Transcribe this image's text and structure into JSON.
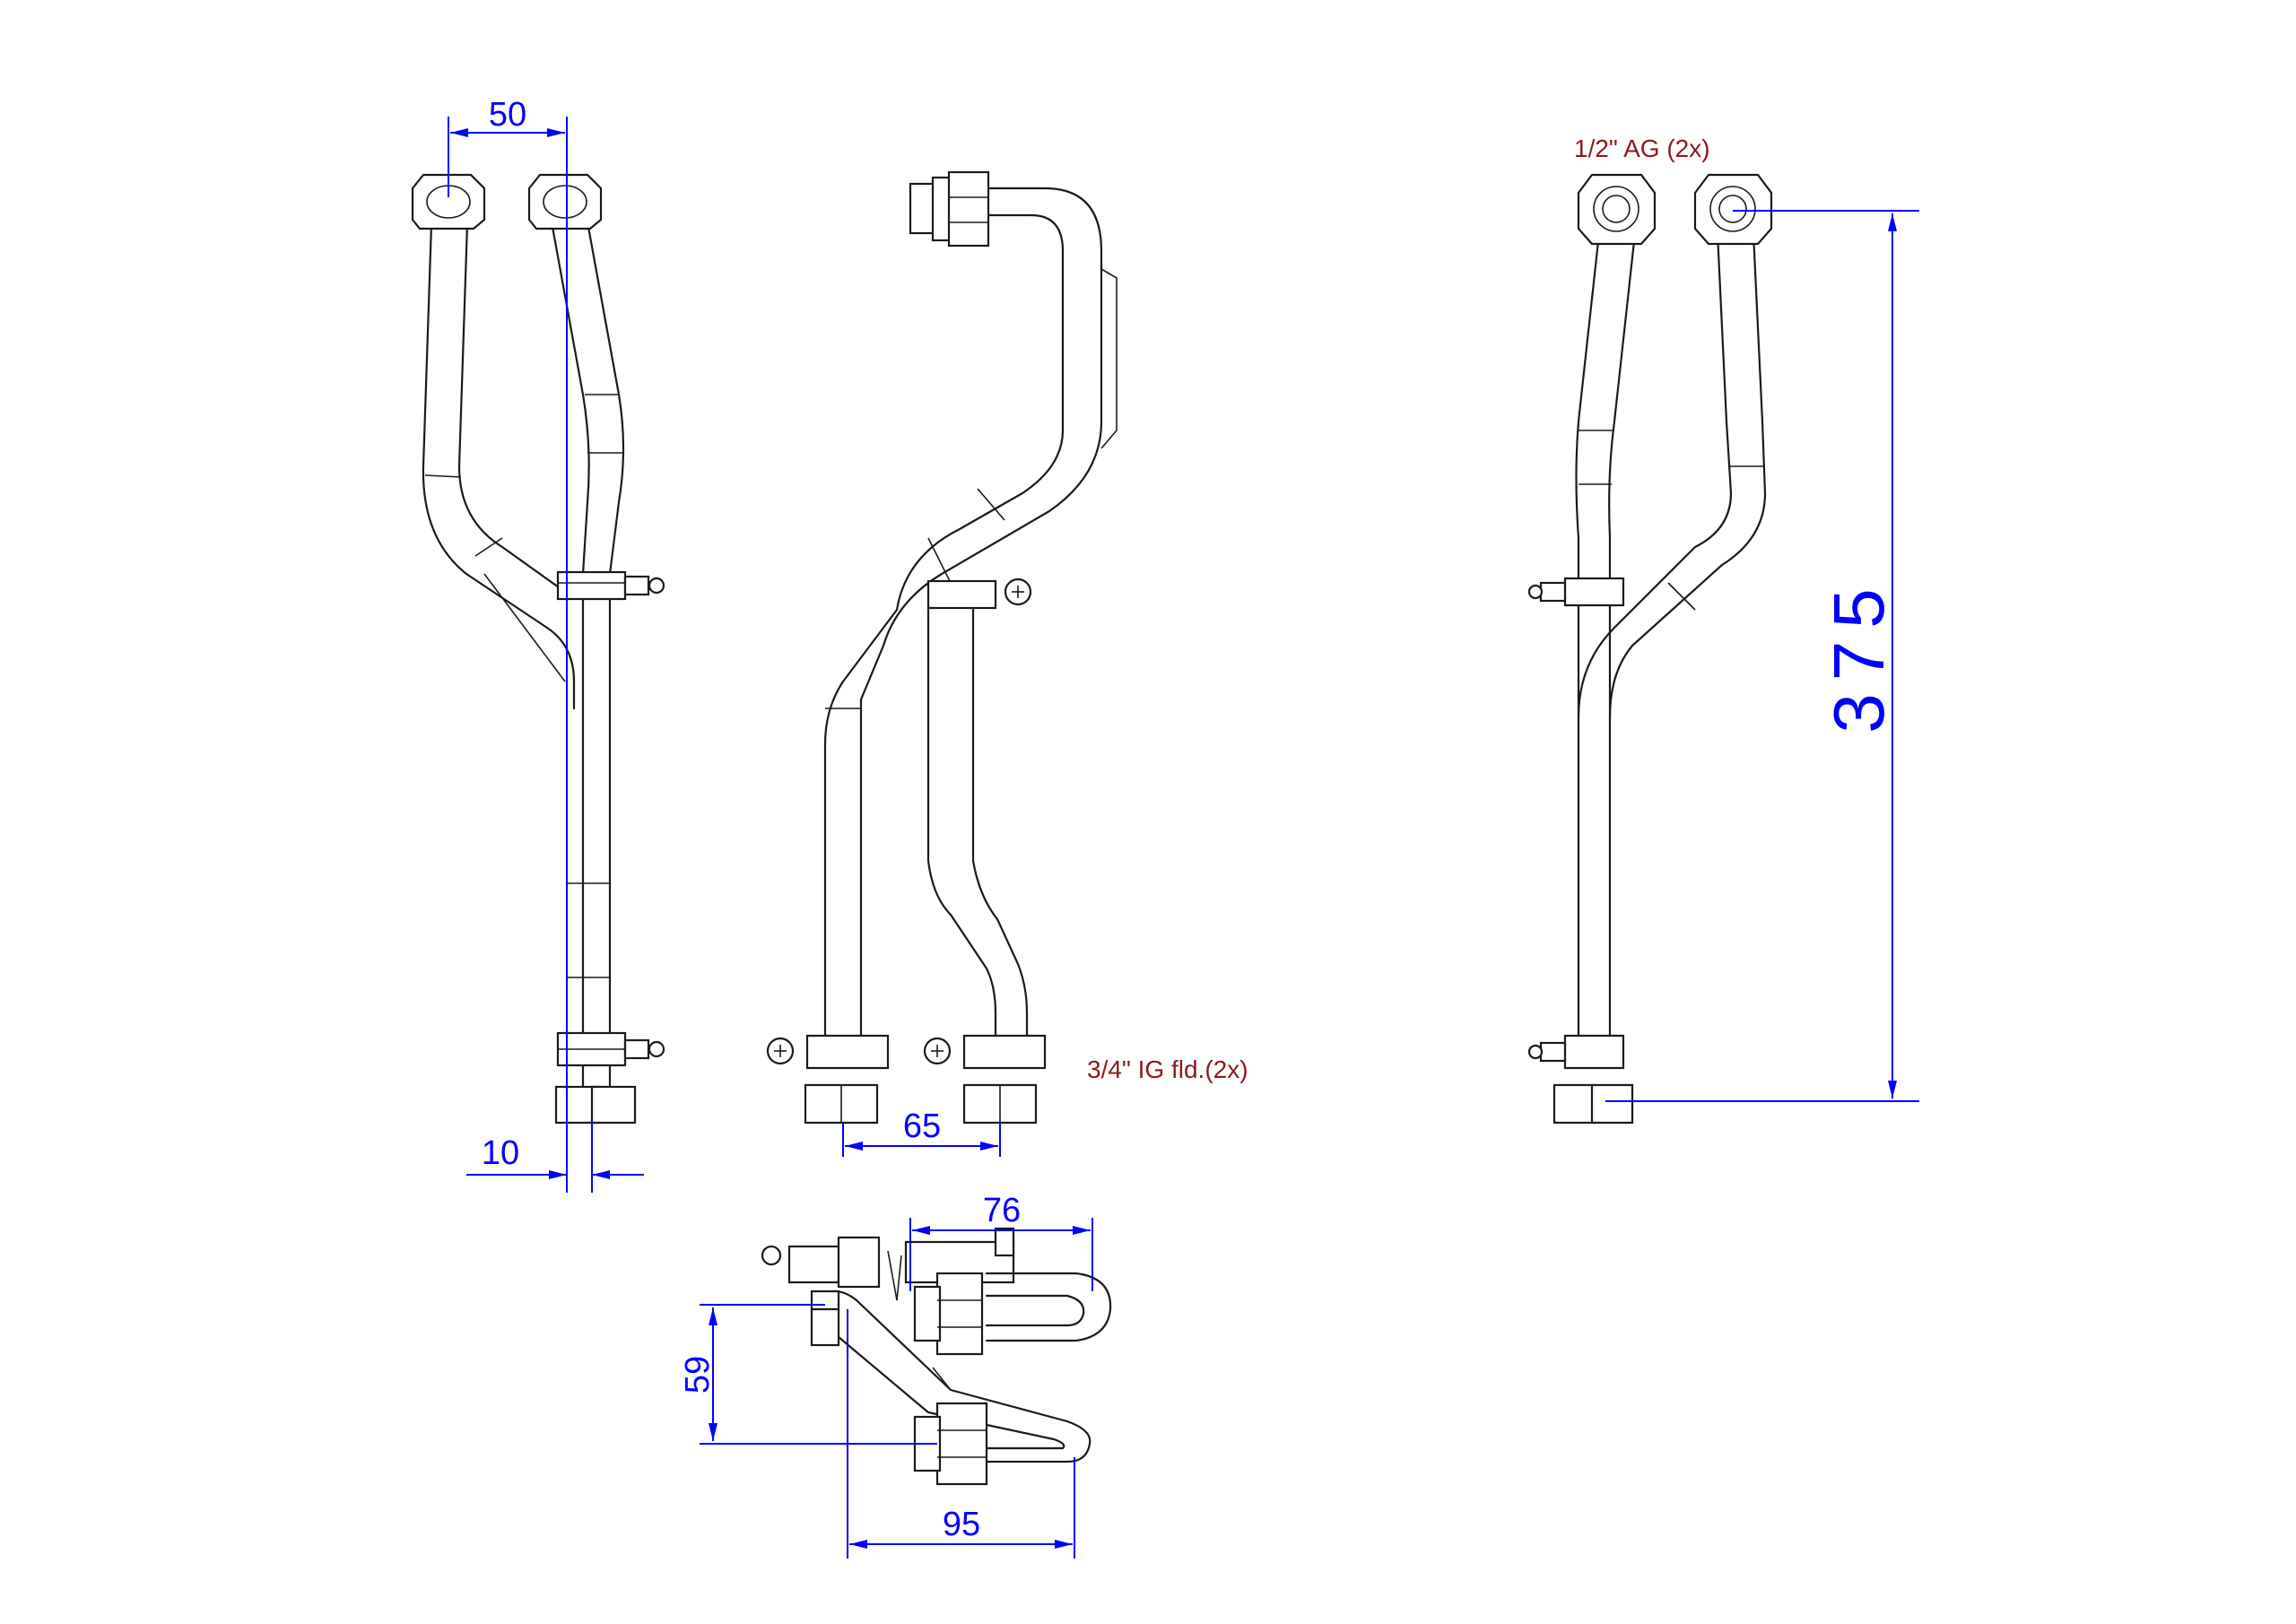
{
  "drawing": {
    "dimensions": {
      "front_width": "50",
      "front_offset": "10",
      "side_spacing": "65",
      "height": "375",
      "top_width": "76",
      "top_depth": "59",
      "top_length": "95"
    },
    "notes": {
      "outlet_thread": "1/2\" AG (2x)",
      "inlet_thread": "3/4\" IG fld.(2x)"
    },
    "colors": {
      "line": "#1a1a1a",
      "dimension": "#0000ff",
      "note": "#8b1a1a"
    }
  }
}
